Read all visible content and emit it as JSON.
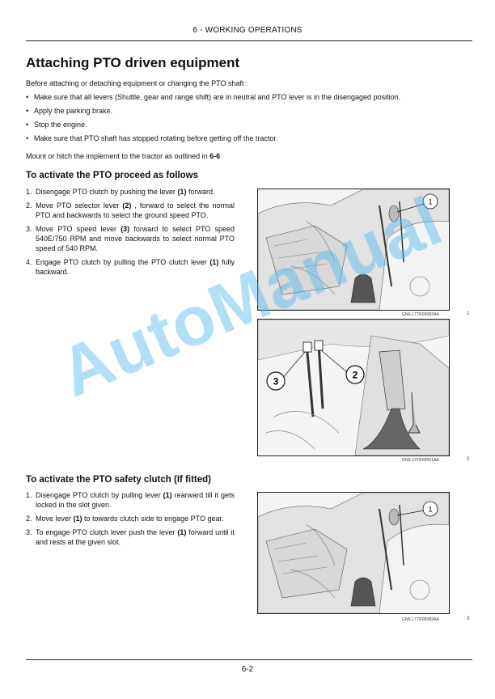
{
  "header": {
    "section": "6 - WORKING OPERATIONS"
  },
  "title": "Attaching PTO driven equipment",
  "intro": "Before attaching or detaching equipment or changing the PTO shaft :",
  "bullets": [
    "Make sure that all levers (Shuttle, gear and range shift) are in neutral and PTO lever is in the disengaged position.",
    "Apply the parking brake.",
    "Stop the engine.",
    "Make sure that PTO shaft has stopped rotating before getting off the tractor."
  ],
  "mount": {
    "text": "Mount or hitch the implement to the tractor as outlined in ",
    "ref": "6-6"
  },
  "section1": {
    "heading": "To activate the PTO proceed as follows",
    "steps": [
      {
        "num": "1.",
        "pre": "Disengage PTO clutch by pushing the lever ",
        "ref": "(1)",
        "post": " forward."
      },
      {
        "num": "2.",
        "pre": "Move PTO selector lever ",
        "ref": "(2)",
        "post": " , forward to select the normal PTO and backwards to select the ground speed PTO."
      },
      {
        "num": "3.",
        "pre": "Move PTO speed lever ",
        "ref": "(3)",
        "post": " forward to select PTO speed 540E/750 RPM and move backwards to select normal PTO speed of 540 RPM."
      },
      {
        "num": "4.",
        "pre": "Engage PTO clutch by pulling the PTO clutch lever ",
        "ref": "(1)",
        "post": " fully backward."
      }
    ]
  },
  "section2": {
    "heading": "To activate the PTO safety clutch (If fitted)",
    "steps": [
      {
        "num": "1.",
        "pre": "Disengage PTO clutch by pulling lever ",
        "ref": "(1)",
        "post": " rearward till it gets locked in the slot given."
      },
      {
        "num": "2.",
        "pre": "Move lever ",
        "ref": "(1)",
        "post": " to towards clutch side to engage PTO gear."
      },
      {
        "num": "3.",
        "pre": "To engage PTO clutch lever push the lever ",
        "ref": "(1)",
        "post": " forward until it and rests at the given slot."
      }
    ]
  },
  "figures": [
    {
      "caption": "GNIL17TR00083AA",
      "number": "1",
      "callouts": [
        "1"
      ]
    },
    {
      "caption": "GNIL13TR00051AA",
      "number": "2",
      "callouts": [
        "3",
        "2"
      ]
    },
    {
      "caption": "GNIL17TR00083AA",
      "number": "3",
      "callouts": [
        "1"
      ]
    }
  ],
  "watermark": "AutoManual",
  "footer": {
    "page": "6-2"
  }
}
